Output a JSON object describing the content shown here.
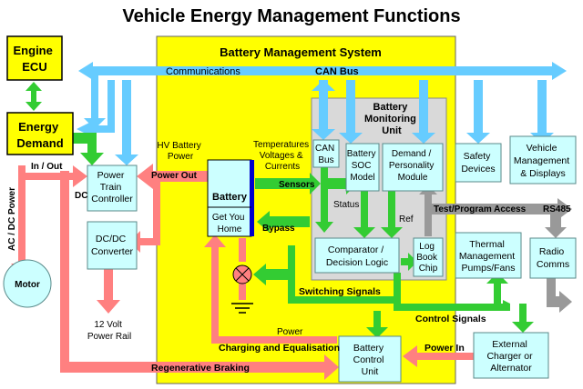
{
  "title": "Vehicle Energy Management Functions",
  "colors": {
    "bms_fill": "#ffff00",
    "box_fill": "#ccffff",
    "box_border": "#5a8a8a",
    "bmu_fill": "#d9d9d9",
    "can_bus_blue": "#66ccff",
    "green": "#33cc33",
    "pink": "#ff8080",
    "gray": "#999999"
  },
  "boxes": {
    "engine_ecu": [
      "Engine",
      "ECU"
    ],
    "energy_demand": [
      "Energy",
      "Demand"
    ],
    "motor": "Motor",
    "bms_title": "Battery Management System",
    "power_train_controller": [
      "Power",
      "Train",
      "Controller"
    ],
    "dc_dc_converter": [
      "DC/DC",
      "Converter"
    ],
    "battery_label": "Battery",
    "battery_sub": [
      "Get You",
      "Home"
    ],
    "bmu_title": [
      "Battery",
      "Monitoring",
      "Unit"
    ],
    "can_bus_box": [
      "CAN",
      "Bus"
    ],
    "battery_soc_model": [
      "Battery",
      "SOC",
      "Model"
    ],
    "demand_personality": [
      "Demand /",
      "Personality",
      "Module"
    ],
    "comparator": [
      "Comparator /",
      "Decision Logic"
    ],
    "log_book_chip": [
      "Log",
      "Book",
      "Chip"
    ],
    "safety_devices": [
      "Safety",
      "Devices"
    ],
    "vehicle_management": [
      "Vehicle",
      "Management",
      "& Displays"
    ],
    "thermal_management": [
      "Thermal",
      "Management",
      "Pumps/Fans"
    ],
    "radio_comms": [
      "Radio",
      "Comms"
    ],
    "battery_control_unit": [
      "Battery",
      "Control",
      "Unit"
    ],
    "external_charger": [
      "External",
      "Charger or",
      "Alternator"
    ]
  },
  "labels": {
    "communications": "Communications",
    "can_bus": "CAN Bus",
    "in_out": "In / Out",
    "dc": "DC",
    "ac_dc_power": "AC / DC Power",
    "hv_battery_power": [
      "HV Battery",
      "Power"
    ],
    "power_out": "Power Out",
    "temperatures": [
      "Temperatures",
      "Voltages &",
      "Currents"
    ],
    "sensors": "Sensors",
    "status": "Status",
    "ref": "Ref",
    "bypass": "Bypass",
    "test_program_access": "Test/Program Access",
    "rs485": "RS485",
    "twelve_volt": [
      "12 Volt",
      "Power Rail"
    ],
    "switching_signals": "Switching Signals",
    "control_signals": "Control Signals",
    "power": "Power",
    "charging_equalisation": "Charging and Equalisation",
    "power_in": "Power In",
    "regenerative_braking": "Regenerative Braking"
  }
}
